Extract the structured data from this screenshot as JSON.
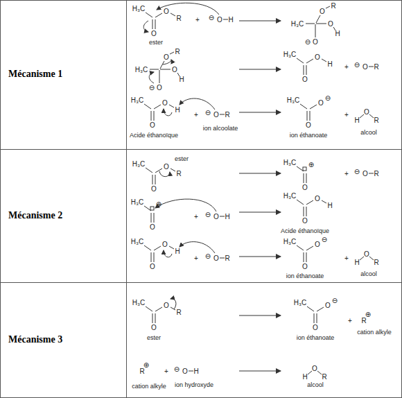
{
  "diagram": {
    "labels": [
      "Mécanisme 1",
      "H₃C",
      "O",
      "R",
      "O",
      "ester",
      "+",
      "⊖",
      "O",
      "H",
      "H₃C",
      "O",
      "R",
      "⊖",
      "O",
      "O",
      "H",
      "H₃C",
      "O",
      "R",
      "⊖",
      "O",
      "O",
      "H",
      "H₃C",
      "O",
      "H",
      "O",
      "+",
      "⊖",
      "O",
      "R",
      "H₃C",
      "O",
      "H",
      "O",
      "Acide éthanoïque",
      "+",
      "⊖",
      "O",
      "R",
      "ion alcoolate",
      "H₃C",
      "O",
      "⊖",
      "O",
      "ion éthanoate",
      "+",
      "H",
      "O",
      "R",
      "alcool",
      "Mécanisme 2",
      "H₃C",
      "O",
      "R",
      "O",
      "ester",
      "H₃C",
      "⊕",
      "O",
      "+",
      "⊖",
      "O",
      "R",
      "H₃C",
      "⊕",
      "O",
      "+",
      "⊖",
      "O",
      "H",
      "H₃C",
      "O",
      "H",
      "O",
      "Acide éthanoïque",
      "H₃C",
      "O",
      "H",
      "O",
      "+",
      "⊖",
      "O",
      "R",
      "H₃C",
      "O",
      "⊖",
      "O",
      "ion éthanoate",
      "+",
      "H",
      "O",
      "R",
      "alcool",
      "Mécanisme 3",
      "H₃C",
      "O",
      "R",
      "O",
      "ester",
      "H₃C",
      "O",
      "⊖",
      "O",
      "ion éthanoate",
      "+",
      "⊕",
      "R",
      "cation alkyle",
      "⊕",
      "R",
      "cation alkyle",
      "+",
      "⊖",
      "O",
      "H",
      "ion hydroxyde",
      "H",
      "O",
      "R",
      "alcool"
    ]
  }
}
